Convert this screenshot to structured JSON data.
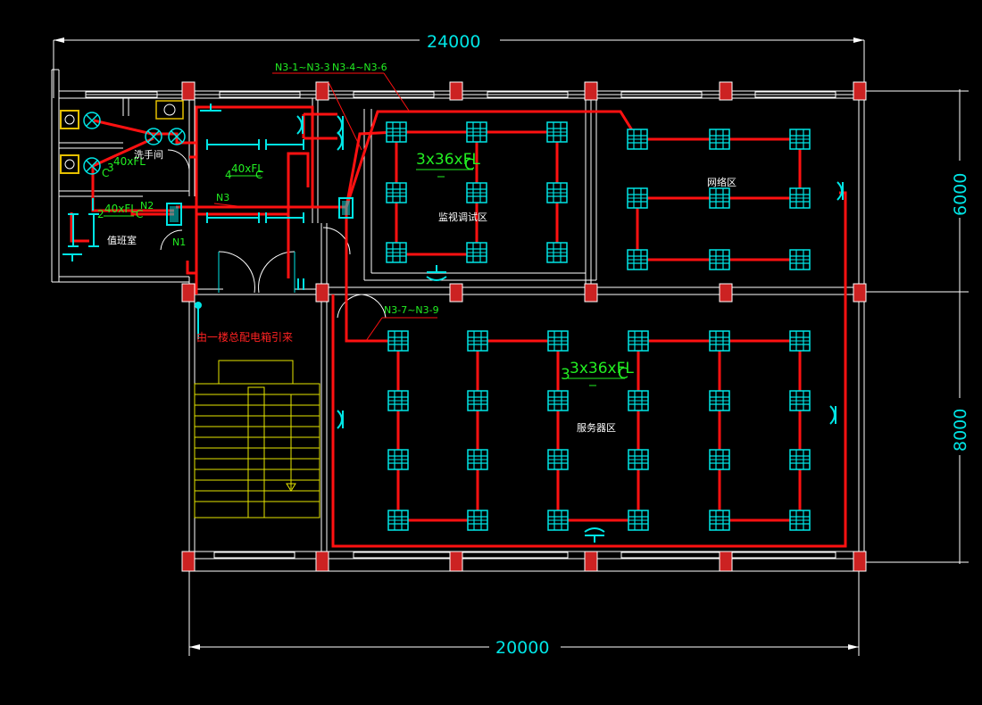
{
  "dimensions": {
    "top": "24000",
    "bottom": "20000",
    "right_upper": "6000",
    "right_lower": "8000"
  },
  "circuit_labels": {
    "top_circuits": "N3-1~N3-3",
    "top_circuits_2": "N3-4~N3-6",
    "lower_circuits": "N3-7~N3-9",
    "n1": "N1",
    "n2": "N2",
    "n3": "N3"
  },
  "fixture_labels": {
    "monitor_fixture": "3x36xFL",
    "monitor_fixture_suffix": "C",
    "server_fixture_prefix": "3",
    "server_fixture": "3x36xFL",
    "server_fixture_suffix": "C",
    "corridor_fixture": "40xFL",
    "corridor_fixture_prefix": "4",
    "corridor_fixture_suffix": "C",
    "duty_fixture": "40xFL",
    "duty_fixture_prefix": "2",
    "duty_fixture_suffix": "C",
    "wash_fixture": "40xFL",
    "wash_fixture_prefix": "3",
    "wash_fixture_suffix": "C"
  },
  "room_labels": {
    "washroom": "洗手间",
    "duty_room": "值班室",
    "monitor_area": "监视调试区",
    "network_area": "网络区",
    "server_area": "服务器区"
  },
  "notes": {
    "feed": "由一楼总配电箱引来"
  },
  "colors": {
    "background": "#000000",
    "wiring": "#ff1111",
    "fixture": "#00e5e5",
    "dimension_text": "#00e5e5",
    "circuit_text": "#22ee22",
    "stair": "#e6e600",
    "column": "#cc2222"
  }
}
